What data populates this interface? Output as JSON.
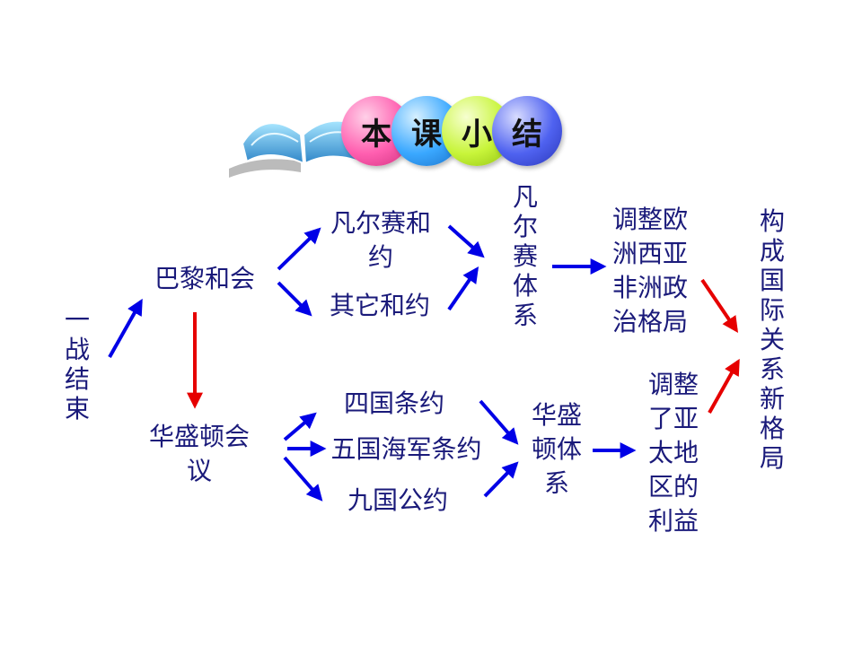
{
  "banner": {
    "chars": [
      "本",
      "课",
      "小",
      "结"
    ],
    "colors": [
      "#ff5fb0",
      "#3aa8ff",
      "#c8f53a",
      "#4f62f0"
    ]
  },
  "nodes": {
    "n1": "一\n战\n结\n束",
    "n2": "巴黎和会",
    "n3": "华盛顿会\n议",
    "n4": "凡尔赛和\n约",
    "n5": "其它和约",
    "n6": "凡\n尔\n赛\n体\n系",
    "n7": "调整欧\n洲西亚\n非洲政\n治格局",
    "n8": "四国条约",
    "n9": "五国海军条约",
    "n10": "九国公约",
    "n11": "华盛\n顿体\n系",
    "n12": "调整\n了亚\n太地\n区的\n利益",
    "n13": "构\n成\n国\n际\n关\n系\n新\n格\n局"
  },
  "colors": {
    "text": "#1a1a7a",
    "arrow_blue": "#0000e6",
    "arrow_red": "#e60000"
  }
}
